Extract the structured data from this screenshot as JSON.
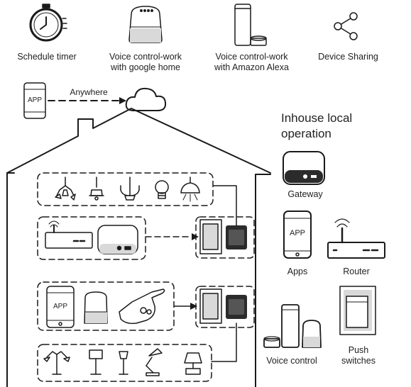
{
  "features": [
    {
      "icon": "stopwatch-icon",
      "label": "Schedule timer"
    },
    {
      "icon": "google-home-speaker-icon",
      "label": "Voice control-work\nwith google home"
    },
    {
      "icon": "amazon-echo-icon",
      "label": "Voice control-work\nwith Amazon Alexa"
    },
    {
      "icon": "share-icon",
      "label": "Device Sharing"
    }
  ],
  "remote": {
    "phone_text": "APP",
    "link_label": "Anywhere",
    "cloud_icon": "cloud-icon"
  },
  "house": {
    "rows": [
      {
        "name": "ceiling-lights-row",
        "icons": [
          "chandelier-icon",
          "pendant-lamp-icon",
          "candle-chandelier-icon",
          "light-bulb-icon",
          "ceiling-lamp-icon"
        ]
      },
      {
        "name": "router-gateway-row",
        "icons": [
          "router-icon",
          "gateway-icon"
        ]
      },
      {
        "name": "control-methods-row",
        "phone_text": "APP",
        "icons": [
          "phone-icon",
          "smart-speaker-icon",
          "hand-press-icon"
        ]
      },
      {
        "name": "floor-lamps-row",
        "icons": [
          "floor-lamp-icon",
          "table-lamp-icon",
          "tall-lamp-icon",
          "desk-lamp-icon",
          "bedside-lamp-icon"
        ]
      }
    ],
    "switch_icons": [
      "wall-switch-icon",
      "wall-switch-icon"
    ]
  },
  "legend": {
    "title": "Inhouse local\noperation",
    "gateway_label": "Gateway",
    "apps_label": "Apps",
    "apps_phone_text": "APP",
    "router_label": "Router",
    "voice_label": "Voice control",
    "push_label": "Push\nswitches"
  },
  "colors": {
    "stroke": "#1a1a1a",
    "fill_gray": "#d9d9d9",
    "fill_dark": "#2b2b2b"
  }
}
